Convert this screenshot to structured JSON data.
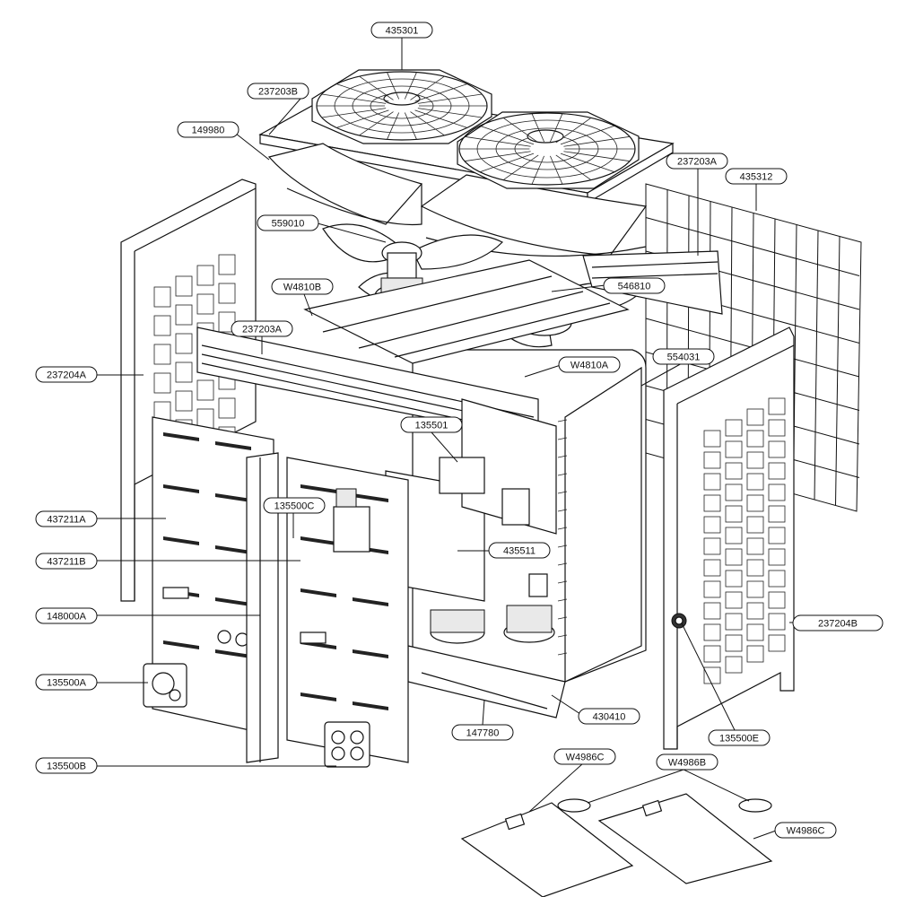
{
  "labels": [
    {
      "id": "435301",
      "text": "435301"
    },
    {
      "id": "237203B",
      "text": "237203B"
    },
    {
      "id": "149980",
      "text": "149980"
    },
    {
      "id": "237203A_top",
      "text": "237203A"
    },
    {
      "id": "435312",
      "text": "435312"
    },
    {
      "id": "559010",
      "text": "559010"
    },
    {
      "id": "W4810B",
      "text": "W4810B"
    },
    {
      "id": "546810",
      "text": "546810"
    },
    {
      "id": "237203A_mid",
      "text": "237203A"
    },
    {
      "id": "W4810A",
      "text": "W4810A"
    },
    {
      "id": "554031",
      "text": "554031"
    },
    {
      "id": "237204A",
      "text": "237204A"
    },
    {
      "id": "135501",
      "text": "135501"
    },
    {
      "id": "135500C",
      "text": "135500C"
    },
    {
      "id": "437211A",
      "text": "437211A"
    },
    {
      "id": "435511",
      "text": "435511"
    },
    {
      "id": "437211B",
      "text": "437211B"
    },
    {
      "id": "148000A",
      "text": "148000A"
    },
    {
      "id": "237204B",
      "text": "237204B"
    },
    {
      "id": "135500A",
      "text": "135500A"
    },
    {
      "id": "430410",
      "text": "430410"
    },
    {
      "id": "147780",
      "text": "147780"
    },
    {
      "id": "135500E",
      "text": "135500E"
    },
    {
      "id": "W4986C_1",
      "text": "W4986C"
    },
    {
      "id": "W4986B",
      "text": "W4986B"
    },
    {
      "id": "135500B",
      "text": "135500B"
    },
    {
      "id": "W4986C_2",
      "text": "W4986C"
    }
  ]
}
